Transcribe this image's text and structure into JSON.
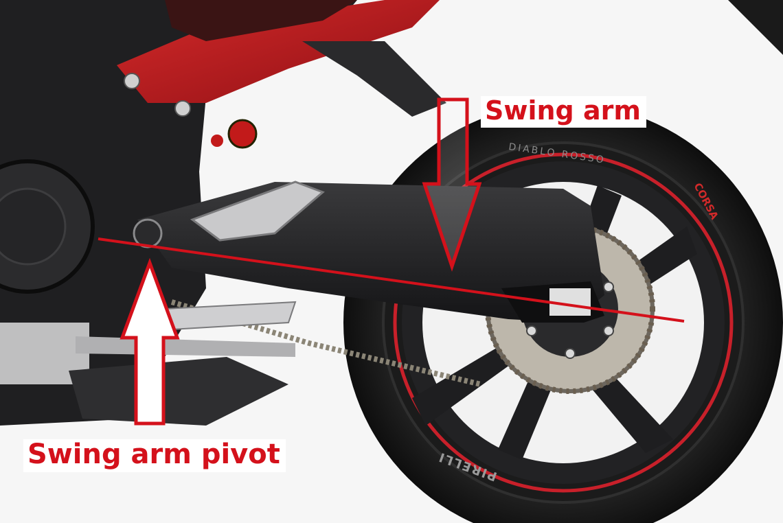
{
  "annotations": {
    "swing_arm": "Swing arm",
    "swing_arm_pivot": "Swing arm pivot"
  },
  "tire": {
    "sidewall_brand": "PIRELLI",
    "sidewall_model": "CORSA",
    "sidewall_line": "DIABLO ROSSO"
  },
  "colors": {
    "annotation_red": "#d4111b",
    "bodywork_red": "#b8141b",
    "frame_black": "#1c1c1e",
    "tire_black": "#141414",
    "sprocket_silver": "#b9b3a8"
  }
}
